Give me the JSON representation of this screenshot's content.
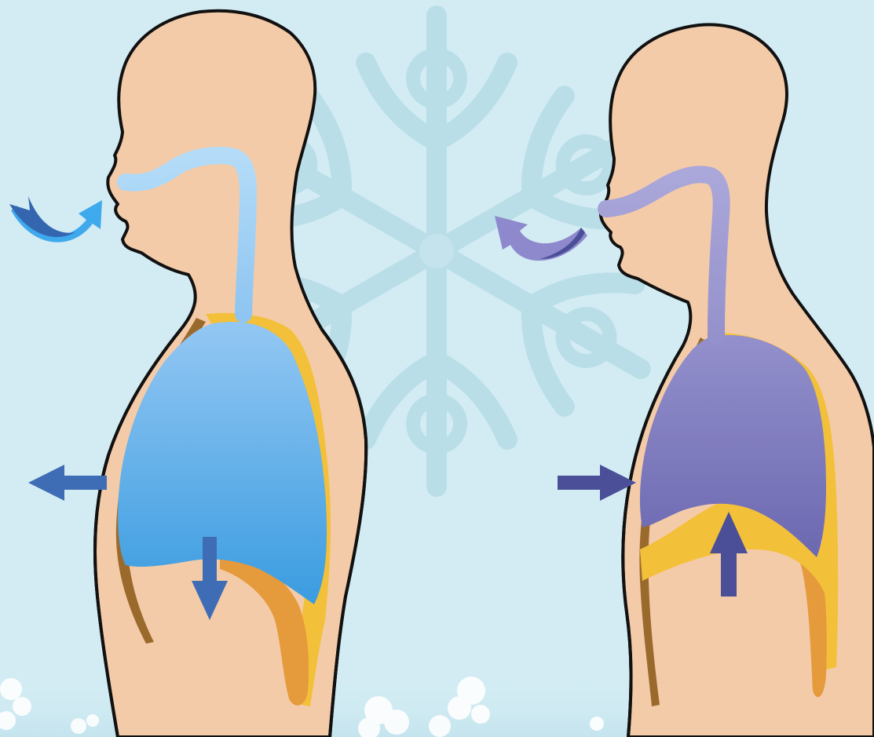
{
  "diagram": {
    "type": "breathing-mechanics-illustration",
    "panels": [
      {
        "phase": "inhalation",
        "airflow_direction": "in",
        "chest_movement": "outward",
        "diaphragm_movement": "downward"
      },
      {
        "phase": "exhalation",
        "airflow_direction": "out",
        "chest_movement": "inward",
        "diaphragm_movement": "upward"
      }
    ]
  },
  "colors": {
    "background": "#d3ecf3",
    "snowflake": "#b3dbe6",
    "skin": "#f4cba8",
    "outline": "#111111",
    "pleura_yellow": "#f3c03a",
    "muscle_orange": "#e59a3c",
    "rib_brown": "#9a6a2c",
    "inhale_lung_top": "#8fc3f2",
    "inhale_lung_bottom": "#3d9fe0",
    "inhale_airway": "#a8d4f6",
    "inhale_arrow": "#3f6db5",
    "inhale_air_arrow": "#3fa9ee",
    "exhale_lung_top": "#8f8cc8",
    "exhale_lung_bottom": "#6e6ab3",
    "exhale_airway": "#a3a0d6",
    "exhale_arrow": "#4a4f98",
    "exhale_air_arrow": "#8e89cc"
  },
  "icons": {
    "inhale_air": "curved-arrow-into-mouth-icon",
    "exhale_air": "curved-arrow-out-of-mouth-icon",
    "chest_out": "arrow-left-icon",
    "chest_in": "arrow-right-icon",
    "diaphragm_down": "arrow-down-icon",
    "diaphragm_up": "arrow-up-icon"
  }
}
